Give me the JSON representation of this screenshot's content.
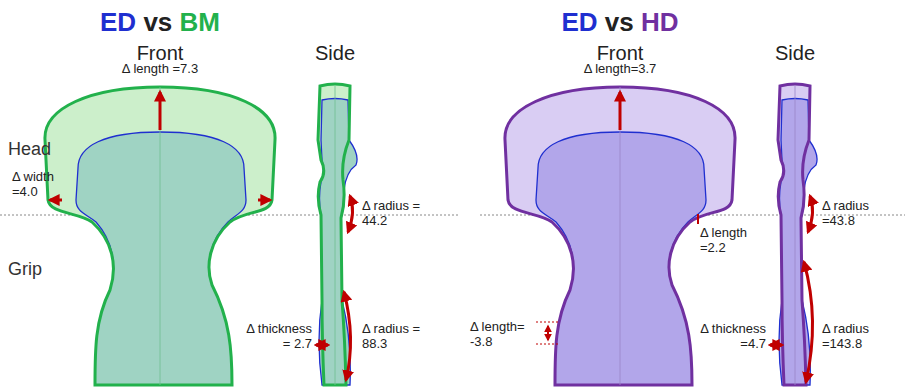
{
  "diagram": {
    "labels": [
      "ED vs BM",
      "Front",
      "Side",
      "Head",
      "Grip",
      "Δ length =7.3",
      "Δ width =4.0",
      "Δ radius = 44.2",
      "Δ thickness = 2.7",
      "Δ radius = 88.3",
      "ED vs HD",
      "Front",
      "Side",
      "Δ length=3.7",
      "Δ length =2.2",
      "Δ radius =43.8",
      "Δ length= -3.8",
      "Δ thickness =4.7",
      "Δ radius =143.8"
    ]
  }
}
